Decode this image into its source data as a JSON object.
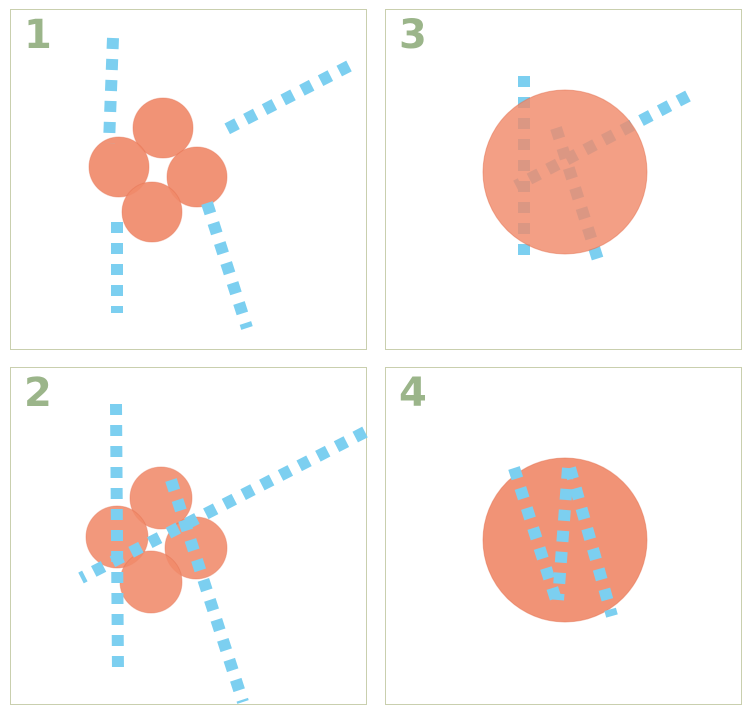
{
  "colors": {
    "frame_border": "#c9cfae",
    "step_number": "#9bb58a",
    "circle_fill": "#f08a6a",
    "dash_line": "#7ccff0"
  },
  "panels": [
    {
      "id": "p1",
      "label": "1"
    },
    {
      "id": "p2",
      "label": "2"
    },
    {
      "id": "p3",
      "label": "3"
    },
    {
      "id": "p4",
      "label": "4"
    }
  ]
}
